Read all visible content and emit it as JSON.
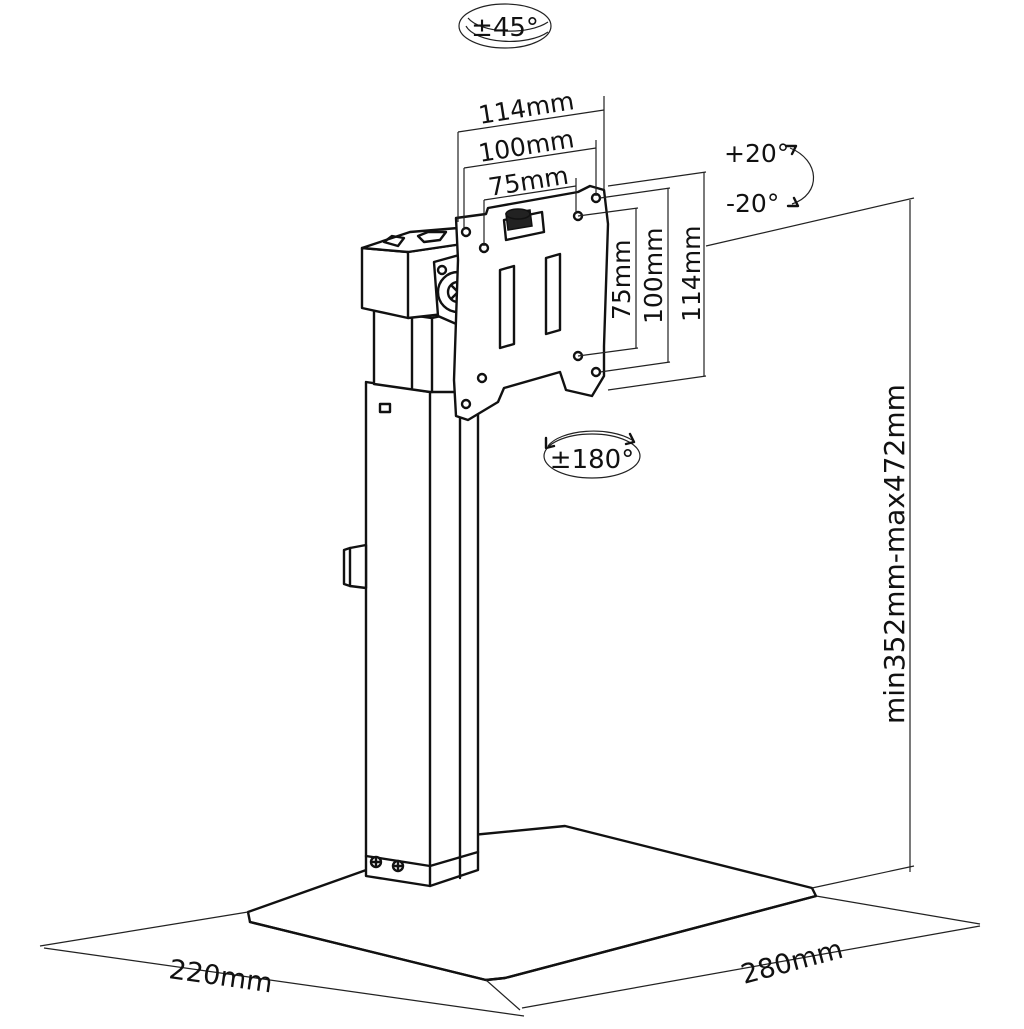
{
  "annotations": {
    "tilt_vertical": "±45°",
    "tilt_up": "+20°",
    "tilt_down": "-20°",
    "rotation": "±180°",
    "vesa_h_114": "114mm",
    "vesa_h_100": "100mm",
    "vesa_h_75": "75mm",
    "vesa_v_75": "75mm",
    "vesa_v_100": "100mm",
    "vesa_v_114": "114mm",
    "height_range": "min352mm-max472mm",
    "base_depth": "220mm",
    "base_width": "280mm"
  }
}
